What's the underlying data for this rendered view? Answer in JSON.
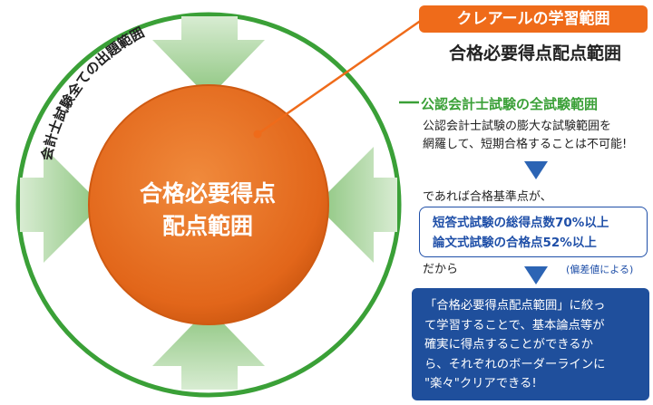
{
  "outer_circle_label": "会計士試験全ての出題範囲",
  "inner_circle": {
    "line1": "合格必要得点",
    "line2": "配点範囲"
  },
  "tag_label": "クレアールの学習範囲",
  "subtitle": "合格必要得点配点範囲",
  "green_heading": "公認会計士試験の全試験範囲",
  "description": {
    "line1": "公認会計士試験の膨大な試験範囲を",
    "line2": "網羅して、短期合格することは不可能!"
  },
  "lead_text": "であれば合格基準点が、",
  "criteria": {
    "line1": "短答式試験の総得点数70%以上",
    "line2": "論文式試験の合格点52%以上"
  },
  "dakara": "だから",
  "note": "(偏差値による)",
  "conclusion": {
    "line1": "「合格必要得点配点範囲」に絞っ",
    "line2": "て学習することで、基本論点等が",
    "line3": "確実に得点することができるか",
    "line4": "ら、それぞれのボーダーラインに",
    "line5": "\"楽々\"クリアできる!"
  },
  "colors": {
    "orange": "#ef6b1a",
    "green": "#3aa037",
    "blue": "#1f4f9c",
    "arrow_green": "#a6d39a"
  }
}
